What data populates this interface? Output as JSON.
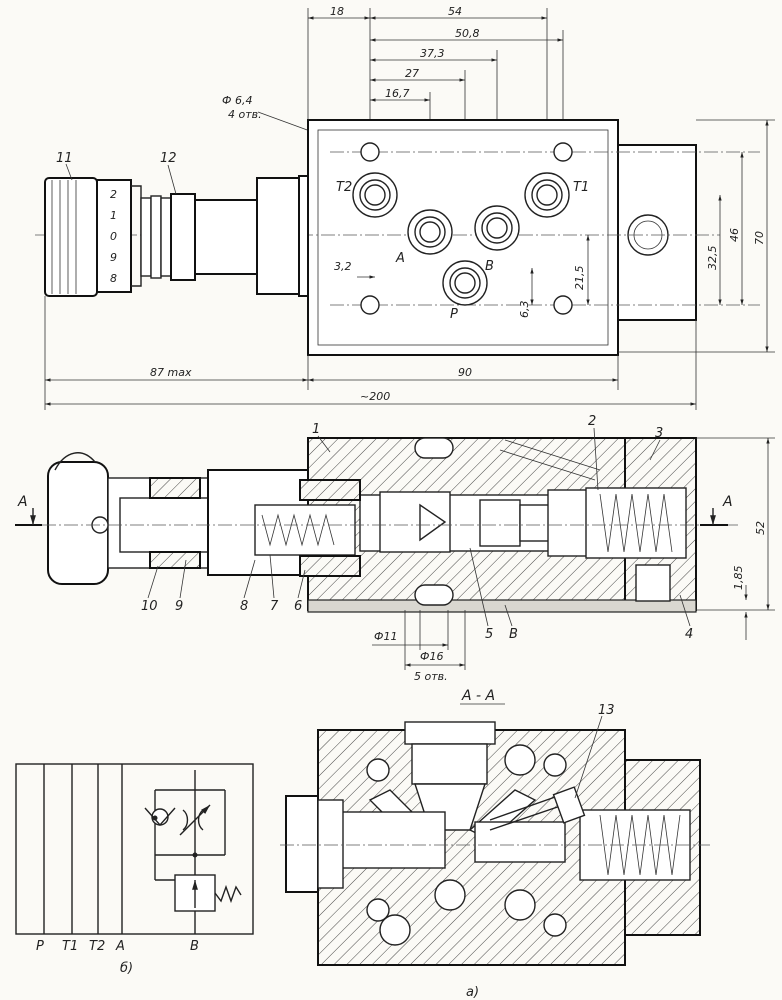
{
  "top_view": {
    "dims_horizontal": [
      "18",
      "54",
      "50,8",
      "37,3",
      "27",
      "16,7"
    ],
    "hole_callout": [
      "Ф 6,4",
      "4 отв."
    ],
    "port_labels": [
      "T2",
      "T1",
      "A",
      "B",
      "P"
    ],
    "small_dims": [
      "3,2",
      "6,3",
      "21,5"
    ],
    "right_dims": [
      "32,5",
      "46",
      "70"
    ],
    "knob_scale": [
      "2",
      "1",
      "0",
      "9",
      "8"
    ],
    "bottom_dims": [
      "87 max",
      "90",
      "~200"
    ],
    "callouts": [
      "11",
      "12"
    ]
  },
  "section_view": {
    "callouts": [
      "1",
      "2",
      "3",
      "4",
      "5",
      "6",
      "7",
      "8",
      "9",
      "10",
      "В"
    ],
    "section_marks": [
      "A",
      "A"
    ],
    "right_dims": [
      "52",
      "1,85"
    ],
    "bottom_dims": [
      "Ф11",
      "Ф16",
      "5 отв."
    ]
  },
  "aa_view": {
    "title": "А - А",
    "callout": "13"
  },
  "schematic": {
    "port_labels": [
      "P",
      "T1",
      "T2",
      "A",
      "B"
    ],
    "sublabel": "б)"
  },
  "main_sublabel": "а)"
}
